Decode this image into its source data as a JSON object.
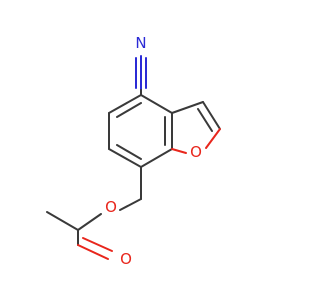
{
  "atoms": {
    "nitrile_n": {
      "label": "N",
      "color": "#2b2bd6"
    },
    "furan_o": {
      "label": "O",
      "color": "#e8261c"
    },
    "ester_o": {
      "label": "O",
      "color": "#e8261c"
    },
    "carbonyl_o": {
      "label": "O",
      "color": "#e8261c"
    }
  },
  "colors": {
    "bond": "#3a3a3a",
    "oxygen": "#e8261c",
    "nitrogen": "#2b2bd6",
    "background": "#ffffff"
  }
}
